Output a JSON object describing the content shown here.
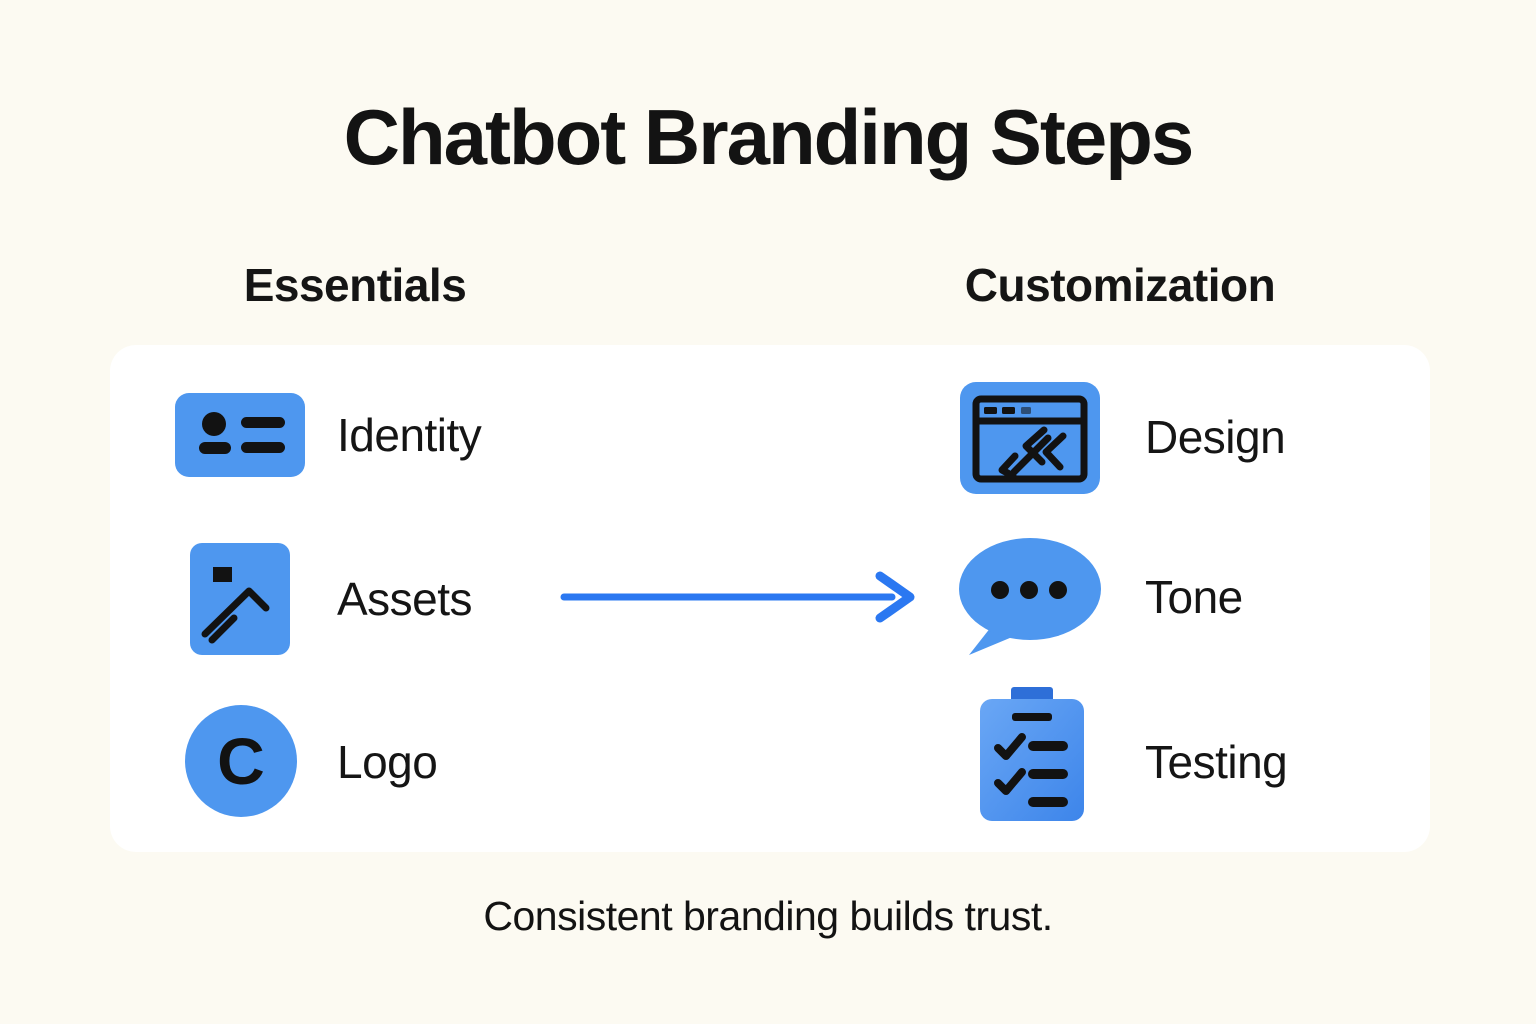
{
  "title": "Chatbot Branding Steps",
  "caption": "Consistent branding builds trust.",
  "columns": [
    {
      "header": "Essentials",
      "items": [
        {
          "label": "Identity",
          "icon": "identity-card-icon"
        },
        {
          "label": "Assets",
          "icon": "image-icon"
        },
        {
          "label": "Logo",
          "icon": "logo-circle-icon",
          "icon_letter": "C"
        }
      ]
    },
    {
      "header": "Customization",
      "items": [
        {
          "label": "Design",
          "icon": "browser-window-icon"
        },
        {
          "label": "Tone",
          "icon": "speech-bubble-icon"
        },
        {
          "label": "Testing",
          "icon": "clipboard-checklist-icon"
        }
      ]
    }
  ],
  "connector": {
    "from": "Assets",
    "to": "Tone",
    "type": "arrow-right"
  },
  "colors": {
    "background": "#fcfaf2",
    "card": "#ffffff",
    "icon_blue": "#4e97ef",
    "clip_blue": "#2e6fd8",
    "arrow_blue": "#2b78f1",
    "glyph_black": "#121212",
    "text": "#141414"
  }
}
